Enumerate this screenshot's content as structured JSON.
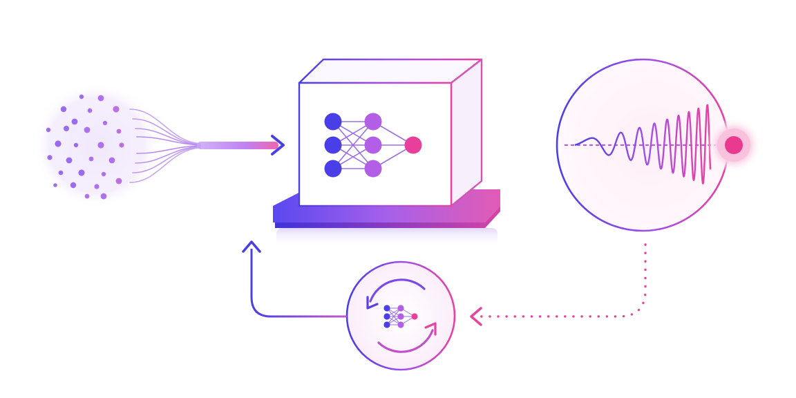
{
  "colors": {
    "indigo": "#4338e0",
    "purple": "#8b3ee8",
    "violet": "#a855f7",
    "magenta": "#e63aa5",
    "pink": "#f24b8f",
    "glow": "#f6dcef",
    "haze": "#efe6fb"
  },
  "nodes": {
    "input_cloud": {
      "icon": "scatter-points-icon"
    },
    "model_box": {
      "icon": "neural-network-icon",
      "layers": [
        3,
        3,
        1
      ]
    },
    "signal_circle": {
      "icon": "waveform-icon"
    },
    "retrain_circle": {
      "icon": "retrain-cycle-icon"
    }
  }
}
